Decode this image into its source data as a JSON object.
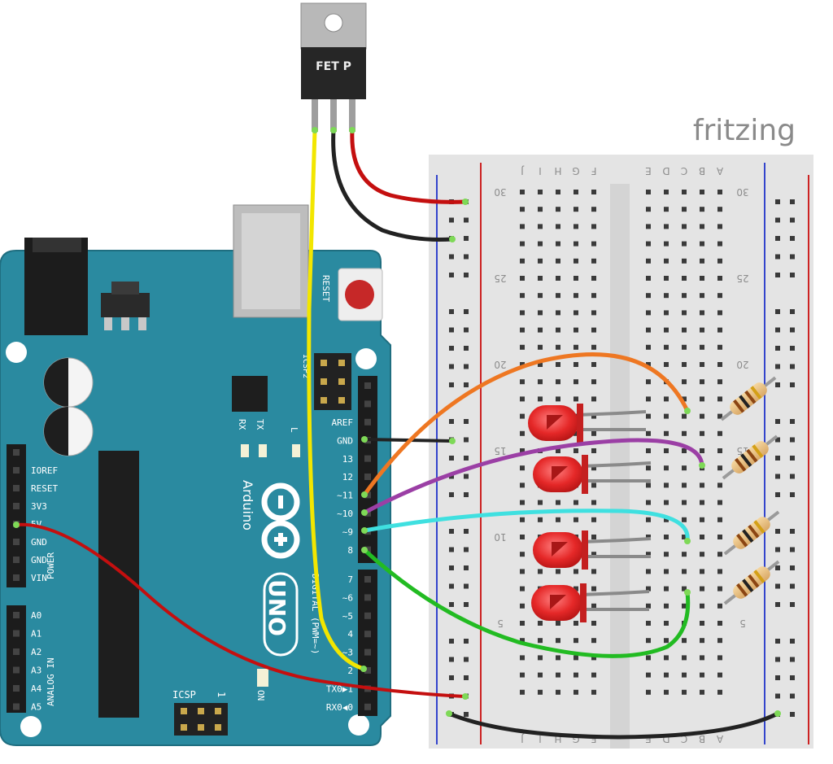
{
  "brand": {
    "label": "fritzing"
  },
  "fet": {
    "label": "FET P"
  },
  "arduino": {
    "name": "Arduino",
    "model": "UNO",
    "reset_label": "RESET",
    "icsp_label": "ICSP",
    "icsp2_label": "ICSP2",
    "icsp_pin1": "1",
    "on_label": "ON",
    "l_label": "L",
    "tx_label": "TX",
    "rx_label": "RX",
    "power_group": "POWER",
    "analog_group": "ANALOG IN",
    "digital_group": "DIGITAL (PWM=~)",
    "left_pins": [
      "IOREF",
      "RESET",
      "3V3",
      "5V",
      "GND",
      "GND",
      "VIN"
    ],
    "analog_pins": [
      "A0",
      "A1",
      "A2",
      "A3",
      "A4",
      "A5"
    ],
    "digital_top": [
      "AREF",
      "GND",
      "13",
      "12",
      "~11",
      "~10",
      "~9",
      "8"
    ],
    "digital_bottom": [
      "7",
      "~6",
      "~5",
      "4",
      "~3",
      "2",
      "TX0▶1",
      "RX0◀0"
    ]
  },
  "breadboard": {
    "col_letters_left": [
      "J",
      "I",
      "H",
      "G",
      "F"
    ],
    "col_letters_right": [
      "E",
      "D",
      "C",
      "B",
      "A"
    ],
    "row_numbers": [
      "30",
      "25",
      "20",
      "15",
      "10",
      "5"
    ]
  },
  "wires": [
    {
      "name": "yellow-gate-wire",
      "color": "#f2e600"
    },
    {
      "name": "black-drain-wire",
      "color": "#222222"
    },
    {
      "name": "red-source-wire",
      "color": "#c40f0f"
    },
    {
      "name": "black-gnd-wire",
      "color": "#222222"
    },
    {
      "name": "orange-pin11-wire",
      "color": "#ee7722"
    },
    {
      "name": "purple-pin10-wire",
      "color": "#9b3fa5"
    },
    {
      "name": "cyan-pin9-wire",
      "color": "#3fe0e0"
    },
    {
      "name": "green-pin8-wire",
      "color": "#22bb22"
    },
    {
      "name": "red-3v3-wire",
      "color": "#c40f0f"
    },
    {
      "name": "black-rail-wire",
      "color": "#222222"
    }
  ],
  "colors": {
    "board": "#2a8aa0",
    "led": "#e82c2c",
    "breadboard": "#e4e4e4"
  }
}
